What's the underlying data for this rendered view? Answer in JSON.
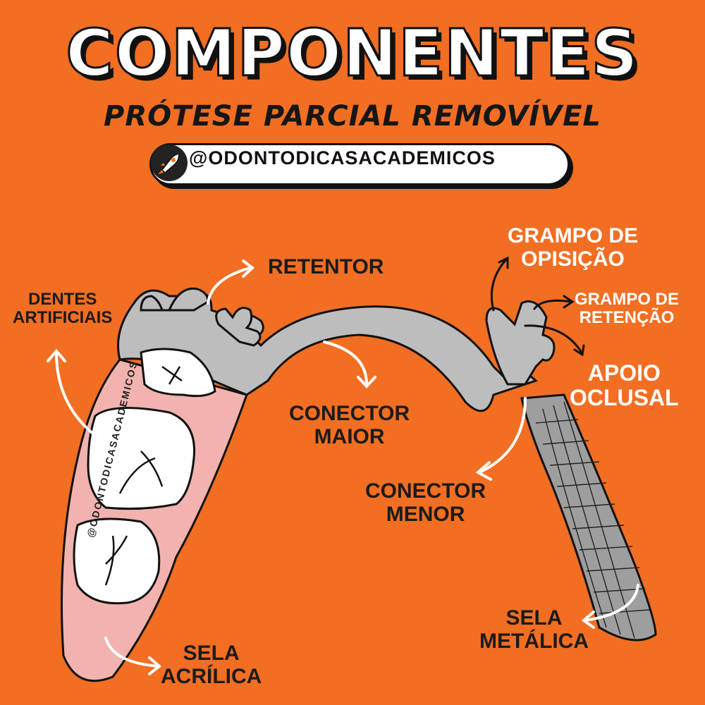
{
  "header": {
    "title": "COMPONENTES",
    "subtitle": "PRÓTESE PARCIAL REMOVÍVEL",
    "handle": "@ODONTODICASACADEMICOS"
  },
  "watermark": "@ODONTODICASACADEMICOS",
  "labels": {
    "retentor": "RETENTOR",
    "dentes_artificiais": [
      "DENTES",
      "ARTIFICIAIS"
    ],
    "grampo_oposicao": [
      "GRAMPO DE",
      "OPISIÇÃO"
    ],
    "grampo_retencao": [
      "GRAMPO DE",
      "RETENÇÃO"
    ],
    "apoio_oclusal": [
      "APOIO",
      "OCLUSAL"
    ],
    "conector_maior": [
      "CONECTOR",
      "MAIOR"
    ],
    "conector_menor": [
      "CONECTOR",
      "MENOR"
    ],
    "sela_metalica": [
      "SELA",
      "METÁLICA"
    ],
    "sela_acrilica": [
      "SELA",
      "ACRÍLICA"
    ]
  },
  "colors": {
    "background": "#F26E22",
    "metal": "#BDBDBD",
    "acrylic": "#F2B3AE",
    "tooth": "#FFFFFF",
    "outline": "#111111"
  },
  "icons": [
    "rocket-icon"
  ]
}
